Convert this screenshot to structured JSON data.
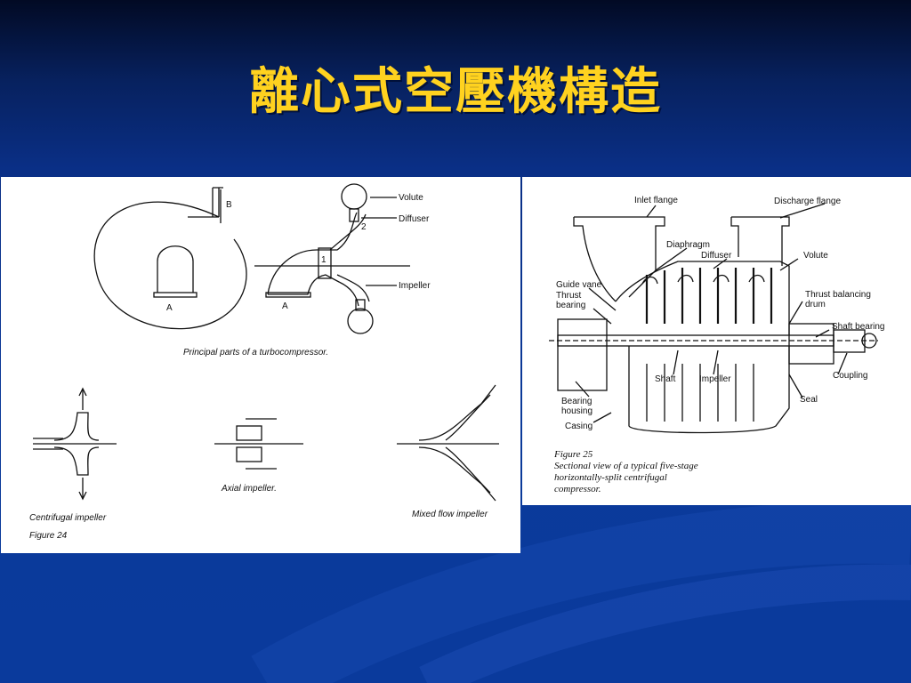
{
  "slide": {
    "title": "離心式空壓機構造",
    "colors": {
      "title": "#ffd21f",
      "background": "#0a3a9c"
    }
  },
  "figure24": {
    "labels": {
      "b": "B",
      "a1": "A",
      "a2": "A",
      "n1": "1",
      "n2": "2",
      "volute": "Volute",
      "diffuser": "Diffuser",
      "impeller": "Impeller"
    },
    "caption_principal": "Principal parts of a turbocompressor.",
    "centrifugal": "Centrifugal impeller",
    "axial": "Axial impeller.",
    "mixed": "Mixed flow impeller",
    "figure_label": "Figure 24"
  },
  "figure25": {
    "labels": {
      "inlet_flange": "Inlet flange",
      "discharge_flange": "Discharge flange",
      "diaphragm": "Diaphragm",
      "diffuser": "Diffuser",
      "volute": "Volute",
      "guide_vane": "Guide vane",
      "thrust_bearing_1": "Thrust",
      "thrust_bearing_2": "bearing",
      "thrust_balancing_1": "Thrust balancing",
      "thrust_balancing_2": "drum",
      "shaft_bearing": "Shaft bearing",
      "shaft": "Shaft",
      "impeller": "Impeller",
      "coupling": "Coupling",
      "bearing_housing_1": "Bearing",
      "bearing_housing_2": "housing",
      "seal": "Seal",
      "casing": "Casing"
    },
    "caption_title": "Figure 25",
    "caption_lines": [
      "Sectional view of a typical five-stage",
      "horizontally-split centrifugal",
      "compressor."
    ]
  }
}
